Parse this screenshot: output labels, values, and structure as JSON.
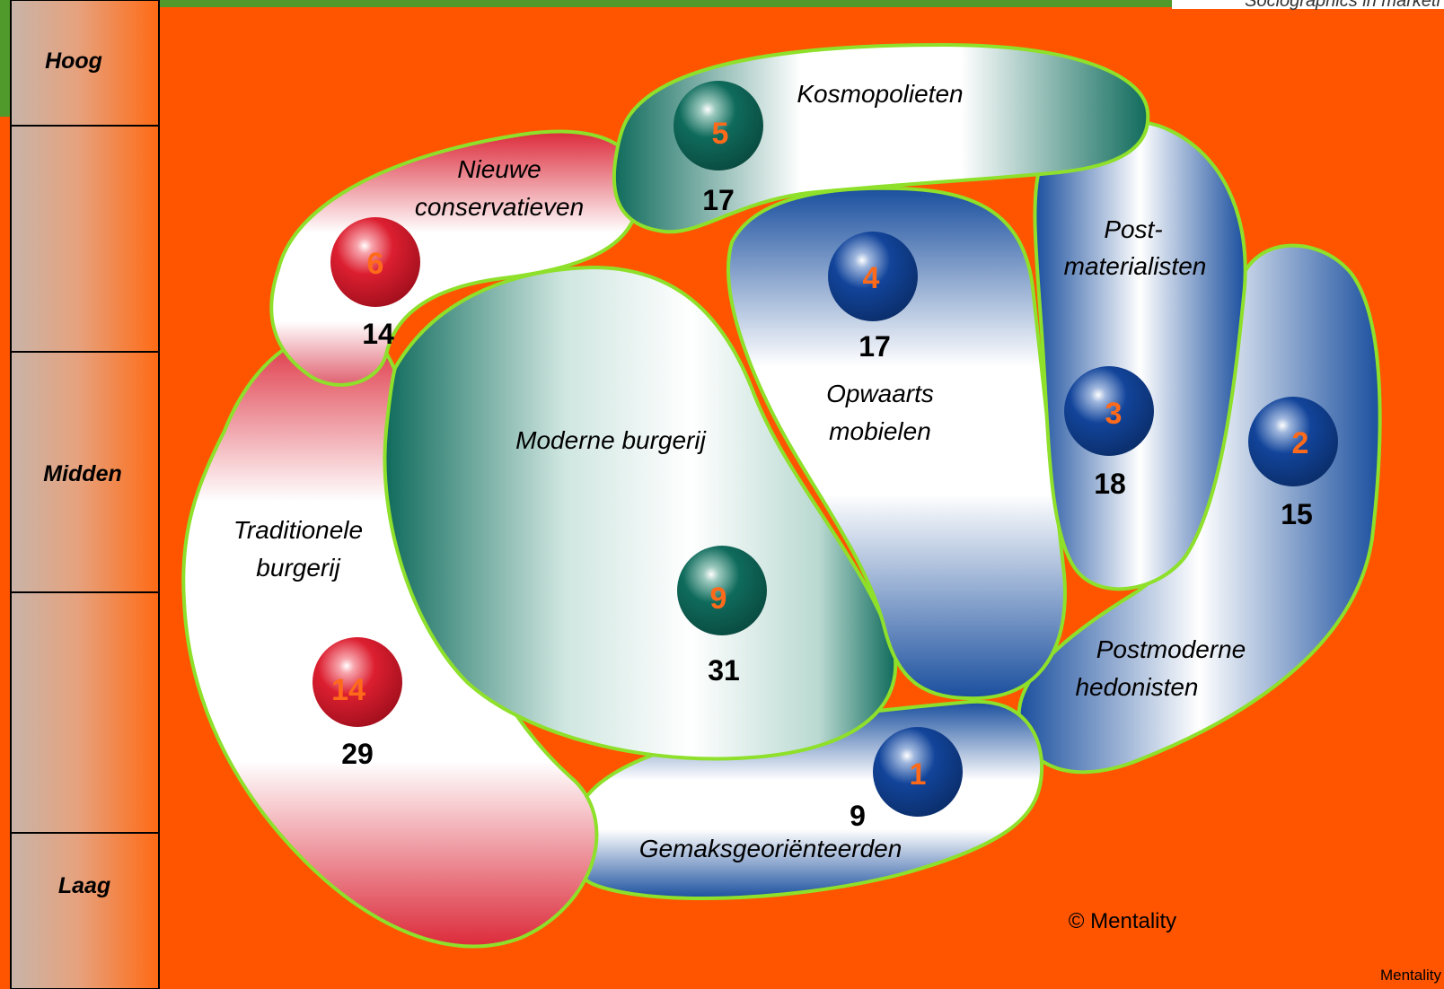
{
  "header": {
    "corner_text": "Sociographics in marketi"
  },
  "scale": {
    "labels": [
      "Hoog",
      "Midden",
      "Laag"
    ]
  },
  "segments": [
    {
      "id": "kosmopolieten",
      "label": [
        "Kosmopolieten"
      ],
      "number": "5",
      "value": "17"
    },
    {
      "id": "nieuwe-conservatieven",
      "label": [
        "Nieuwe",
        "conservatieven"
      ],
      "number": "6",
      "value": "14"
    },
    {
      "id": "opwaarts-mobielen",
      "label": [
        "Opwaarts",
        "mobielen"
      ],
      "number": "4",
      "value": "17"
    },
    {
      "id": "postmaterialisten",
      "label": [
        "Post-",
        "materialisten"
      ],
      "number": "3",
      "value": "18"
    },
    {
      "id": "postmoderne-hedonisten",
      "label": [
        "Postmoderne",
        "hedonisten"
      ],
      "number": "2",
      "value": "15"
    },
    {
      "id": "moderne-burgerij",
      "label": [
        "Moderne burgerij"
      ],
      "number": "9",
      "value": "31"
    },
    {
      "id": "traditionele-burgerij",
      "label": [
        "Traditionele",
        "burgerij"
      ],
      "number": "14",
      "value": "29"
    },
    {
      "id": "gemaksgeorienteerden",
      "label": [
        "Gemaksgeoriënteerden"
      ],
      "number": "1",
      "value": "9"
    }
  ],
  "footer": {
    "copyright": "© Mentality",
    "brand": "Mentality"
  },
  "colors": {
    "background": "#ff5500",
    "outline": "#8ee02a",
    "number_text": "#ff6a1a",
    "red": "#dc1f30",
    "teal": "#0f6b5c",
    "blue": "#12449a"
  }
}
